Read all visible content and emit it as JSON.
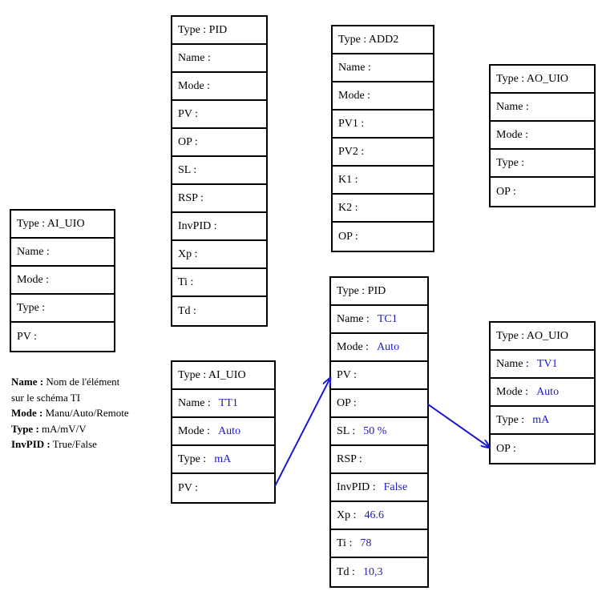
{
  "blocks": {
    "pid_template": {
      "rows": [
        {
          "label": "Type : PID",
          "value": ""
        },
        {
          "label": "Name :",
          "value": ""
        },
        {
          "label": "Mode :",
          "value": ""
        },
        {
          "label": "PV :",
          "value": ""
        },
        {
          "label": "OP :",
          "value": ""
        },
        {
          "label": "SL :",
          "value": ""
        },
        {
          "label": "RSP :",
          "value": ""
        },
        {
          "label": "InvPID :",
          "value": ""
        },
        {
          "label": "Xp :",
          "value": ""
        },
        {
          "label": "Ti :",
          "value": ""
        },
        {
          "label": "Td :",
          "value": ""
        }
      ]
    },
    "add2_template": {
      "rows": [
        {
          "label": "Type : ADD2",
          "value": ""
        },
        {
          "label": "Name :",
          "value": ""
        },
        {
          "label": "Mode :",
          "value": ""
        },
        {
          "label": "PV1 :",
          "value": ""
        },
        {
          "label": "PV2 :",
          "value": ""
        },
        {
          "label": "K1 :",
          "value": ""
        },
        {
          "label": "K2 :",
          "value": ""
        },
        {
          "label": "OP :",
          "value": ""
        }
      ]
    },
    "ao_template": {
      "rows": [
        {
          "label": "Type : AO_UIO",
          "value": ""
        },
        {
          "label": "Name :",
          "value": ""
        },
        {
          "label": "Mode :",
          "value": ""
        },
        {
          "label": "Type :",
          "value": ""
        },
        {
          "label": "OP :",
          "value": ""
        }
      ]
    },
    "ai_template": {
      "rows": [
        {
          "label": "Type : AI_UIO",
          "value": ""
        },
        {
          "label": "Name :",
          "value": ""
        },
        {
          "label": "Mode :",
          "value": ""
        },
        {
          "label": "Type :",
          "value": ""
        },
        {
          "label": "PV :",
          "value": ""
        }
      ]
    },
    "ai_tt1": {
      "rows": [
        {
          "label": "Type : AI_UIO",
          "value": ""
        },
        {
          "label": "Name :",
          "value": "TT1"
        },
        {
          "label": "Mode :",
          "value": "Auto"
        },
        {
          "label": "Type :",
          "value": "mA"
        },
        {
          "label": "PV :",
          "value": ""
        }
      ]
    },
    "pid_tc1": {
      "rows": [
        {
          "label": "Type : PID",
          "value": ""
        },
        {
          "label": "Name :",
          "value": "TC1"
        },
        {
          "label": "Mode :",
          "value": "Auto"
        },
        {
          "label": "PV :",
          "value": ""
        },
        {
          "label": "OP :",
          "value": ""
        },
        {
          "label": "SL :",
          "value": "50 %"
        },
        {
          "label": "RSP :",
          "value": ""
        },
        {
          "label": "InvPID :",
          "value": "False"
        },
        {
          "label": "Xp :",
          "value": "46.6"
        },
        {
          "label": "Ti :",
          "value": "78"
        },
        {
          "label": "Td :",
          "value": "10,3"
        }
      ]
    },
    "ao_tv1": {
      "rows": [
        {
          "label": "Type : AO_UIO",
          "value": ""
        },
        {
          "label": "Name :",
          "value": "TV1"
        },
        {
          "label": "Mode :",
          "value": "Auto"
        },
        {
          "label": "Type :",
          "value": "mA"
        },
        {
          "label": "OP :",
          "value": ""
        }
      ]
    }
  },
  "legend": [
    {
      "key": "Name :",
      "text": " Nom de l'élément"
    },
    {
      "key": "",
      "text": "sur le schéma TI"
    },
    {
      "key": "Mode :",
      "text": " Manu/Auto/Remote"
    },
    {
      "key": "Type :",
      "text": " mA/mV/V"
    },
    {
      "key": "InvPID :",
      "text": " True/False"
    }
  ],
  "colors": {
    "value_text": "#1a1acc",
    "link_line": "#1a1acc",
    "border": "#000000"
  }
}
